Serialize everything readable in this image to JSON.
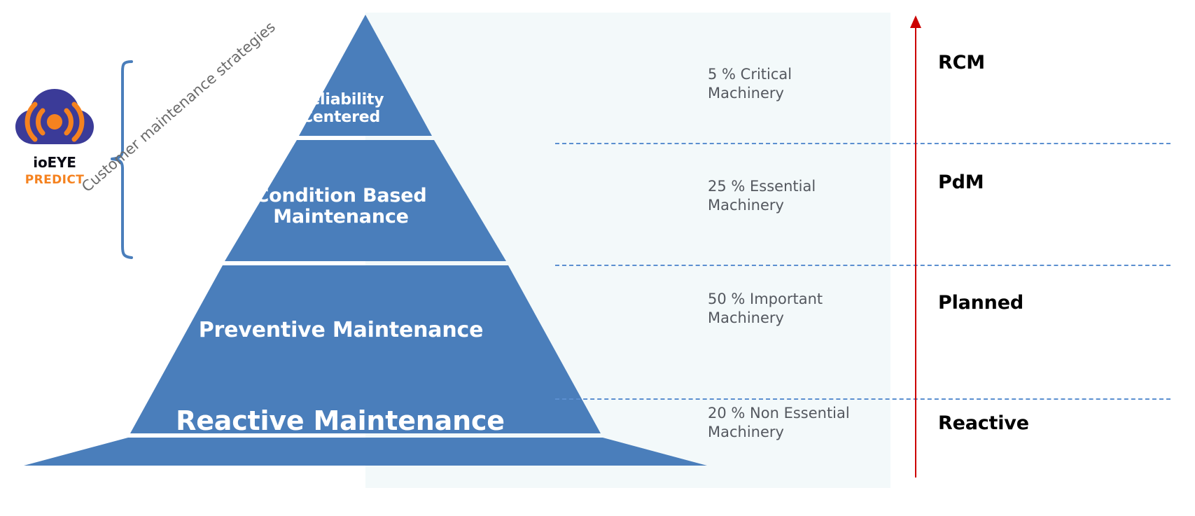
{
  "logo": {
    "icon": "cloud-signal-icon",
    "name": "ioEYE",
    "subtitle": "PREDICT",
    "cloud_color": "#3b3b98",
    "signal_color": "#f5821f"
  },
  "diagram": {
    "caption": "Customer maintenance strategies",
    "bracket": "curly-brace",
    "panel_color": "#f3f9fa",
    "tier_color": "#4a7ebb",
    "divider_color": "#ffffff",
    "dashed_color": "#5b8fd0",
    "arrow_color": "#cc0000"
  },
  "pyramid": {
    "tiers": [
      {
        "label": "Reliability\nCentered",
        "percent": "5 %",
        "machinery": "Critical",
        "note": "5 % Critical\nMachinery",
        "strategy": "RCM"
      },
      {
        "label": "Condition Based\nMaintenance",
        "percent": "25 %",
        "machinery": "Essential",
        "note": "25 % Essential\nMachinery",
        "strategy": "PdM"
      },
      {
        "label": "Preventive Maintenance",
        "percent": "50 %",
        "machinery": "Important",
        "note": "50 % Important\nMachinery",
        "strategy": "Planned"
      },
      {
        "label": "Reactive Maintenance",
        "percent": "20 %",
        "machinery": "Non Essential",
        "note": "20 % Non Essential\nMachinery",
        "strategy": "Reactive"
      }
    ]
  },
  "chart_data": {
    "type": "pyramid",
    "title": "Customer maintenance strategies",
    "categories": [
      "Reliability Centered",
      "Condition Based Maintenance",
      "Preventive Maintenance",
      "Reactive Maintenance"
    ],
    "values": [
      5,
      25,
      50,
      20
    ],
    "value_unit": "%",
    "segment_notes": [
      "5 % Critical Machinery",
      "25 % Essential Machinery",
      "50 % Important Machinery",
      "20 % Non Essential Machinery"
    ],
    "machinery_classes": [
      "Critical",
      "Essential",
      "Important",
      "Non Essential"
    ],
    "right_axis_labels": [
      "RCM",
      "PdM",
      "Planned",
      "Reactive"
    ],
    "axis_direction": "upward",
    "legend": "none",
    "grid": false,
    "xlabel": "",
    "ylabel": ""
  }
}
